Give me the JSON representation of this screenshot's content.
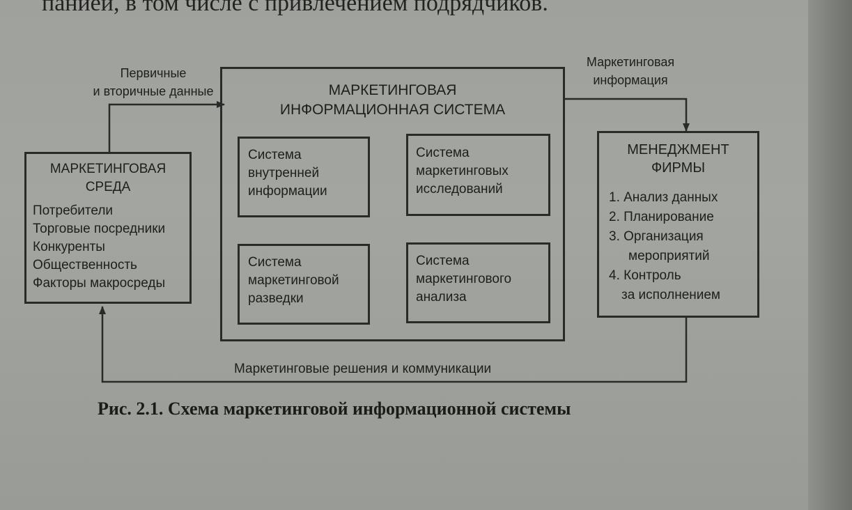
{
  "page": {
    "top_text": "панией, в том числе с привлечением подрядчиков."
  },
  "diagram": {
    "mis": {
      "title": [
        "МАРКЕТИНГОВАЯ",
        "ИНФОРМАЦИОННАЯ СИСТЕМА"
      ],
      "subsystems": [
        {
          "lines": [
            "Система",
            "внутренней",
            "информации"
          ]
        },
        {
          "lines": [
            "Система",
            "маркетинговых",
            "исследований"
          ]
        },
        {
          "lines": [
            "Система",
            "маркетинговой",
            "разведки"
          ]
        },
        {
          "lines": [
            "Система",
            "маркетингового",
            "анализа"
          ]
        }
      ]
    },
    "environment": {
      "title": [
        "МАРКЕТИНГОВАЯ",
        "СРЕДА"
      ],
      "items": [
        "Потребители",
        "Торговые посредники",
        "Конкуренты",
        "Общественность",
        "Факторы макросреды"
      ]
    },
    "management": {
      "title": [
        "МЕНЕДЖМЕНТ",
        "ФИРМЫ"
      ],
      "items": [
        "1. Анализ данных",
        "2. Планирование",
        "3. Организация",
        "мероприятий",
        "4. Контроль",
        "за исполнением"
      ]
    },
    "flows": {
      "env_to_mis": [
        "Первичные",
        "и вторичные данные"
      ],
      "mis_to_mgmt": [
        "Маркетинговая",
        "информация"
      ],
      "mgmt_to_env": "Маркетинговые решения и коммуникации"
    }
  },
  "caption": "Рис. 2.1. Схема маркетинговой информационной системы"
}
